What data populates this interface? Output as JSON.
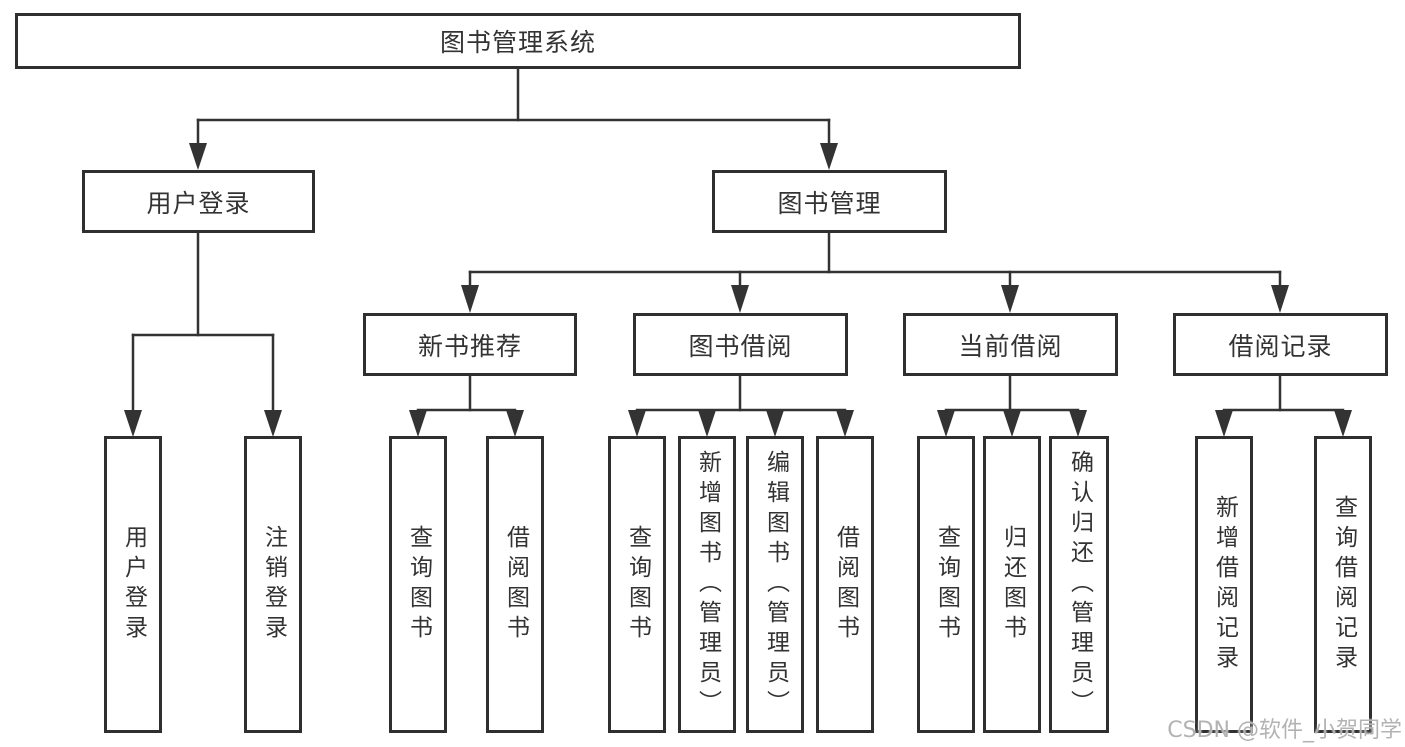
{
  "root": {
    "label": "图书管理系统"
  },
  "level1": [
    {
      "label": "用户登录"
    },
    {
      "label": "图书管理"
    }
  ],
  "login_children": [
    {
      "label": "用户登录"
    },
    {
      "label": "注销登录"
    }
  ],
  "management_groups": [
    {
      "label": "新书推荐",
      "children": [
        {
          "label": "查询图书"
        },
        {
          "label": "借阅图书"
        }
      ]
    },
    {
      "label": "图书借阅",
      "children": [
        {
          "label": "查询图书"
        },
        {
          "label": "新增图书（管理员）"
        },
        {
          "label": "编辑图书（管理员）"
        },
        {
          "label": "借阅图书"
        }
      ]
    },
    {
      "label": "当前借阅",
      "children": [
        {
          "label": "查询图书"
        },
        {
          "label": "归还图书"
        },
        {
          "label": "确认归还（管理员）"
        }
      ]
    },
    {
      "label": "借阅记录",
      "children": [
        {
          "label": "新增借阅记录"
        },
        {
          "label": "查询借阅记录"
        }
      ]
    }
  ],
  "watermark": {
    "text": "CSDN @软件_小贺同学"
  },
  "colors": {
    "line": "#333333",
    "box_border": "#2f2f2f",
    "text": "#333333",
    "background": "#ffffff",
    "watermark": "#b3b3b3"
  }
}
